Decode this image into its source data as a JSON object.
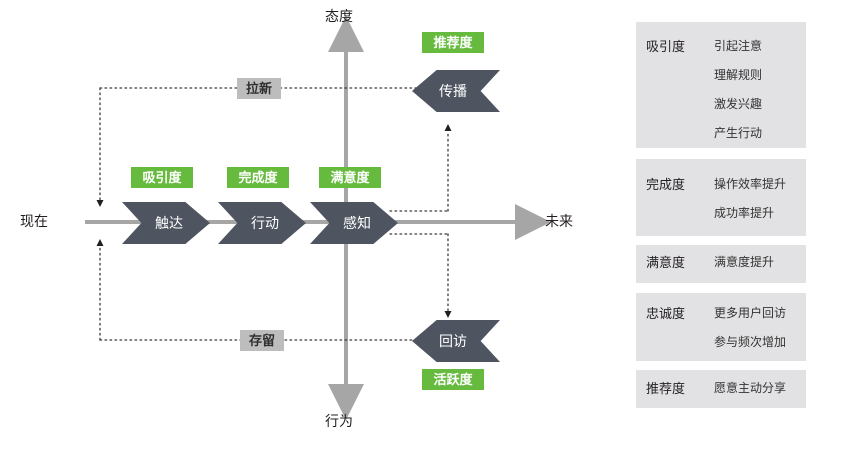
{
  "axes": {
    "y_top_label": "态度",
    "y_bottom_label": "行为",
    "x_left_label": "现在",
    "x_right_label": "未来"
  },
  "stages": [
    {
      "name": "触达",
      "metric": "吸引度"
    },
    {
      "name": "行动",
      "metric": "完成度"
    },
    {
      "name": "感知",
      "metric": "满意度"
    }
  ],
  "outcomes": [
    {
      "name": "传播",
      "metric": "推荐度"
    },
    {
      "name": "回访",
      "metric": "活跃度"
    }
  ],
  "loops": [
    {
      "label": "拉新"
    },
    {
      "label": "存留"
    }
  ],
  "legend": {
    "groups": [
      {
        "category": "吸引度",
        "items": [
          "引起注意",
          "理解规则",
          "激发兴趣",
          "产生行动"
        ]
      },
      {
        "category": "完成度",
        "items": [
          "操作效率提升",
          "成功率提升"
        ]
      },
      {
        "category": "满意度",
        "items": [
          "满意度提升"
        ]
      },
      {
        "category": "忠诚度",
        "items": [
          "更多用户回访",
          "参与频次增加"
        ]
      },
      {
        "category": "推荐度",
        "items": [
          "愿意主动分享"
        ]
      }
    ]
  },
  "colors": {
    "chevron": "#4e5560",
    "metric_tag": "#66bb3f",
    "loop_tag": "#bdbdbd",
    "axis": "#a6a6a6",
    "legend_panel": "#e2e2e4"
  }
}
